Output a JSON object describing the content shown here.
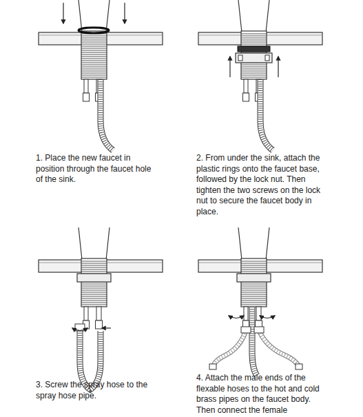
{
  "diagram": {
    "labels": [
      "1. Place the new faucet in position through the faucet hole of the sink.",
      "2. From under the sink, attach the plastic rings onto the faucet base, followed by the lock nut. Then tighten the two screws on the lock nut to secure the faucet body in place.",
      "3. Screw the spray hose to the spray hose pipe.",
      "4. Attach the male ends of the flexable hoses to the hot and cold brass pipes on the faucet body. Then connect the female"
    ]
  }
}
